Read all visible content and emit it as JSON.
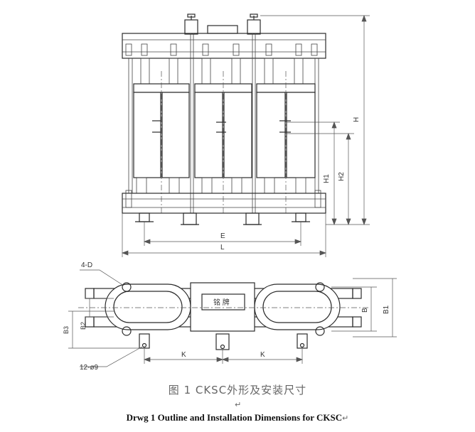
{
  "drawing": {
    "labels": {
      "height": "H",
      "h1": "H1",
      "h2": "H2",
      "e": "E",
      "l": "L",
      "mounting_holes": "4-D",
      "b": "B",
      "b1": "B1",
      "b2": "B2",
      "b3": "B3",
      "k_left": "K",
      "k_right": "K",
      "bolt_holes": "12-ø9",
      "nameplate": "铭 牌"
    }
  },
  "captions": {
    "chinese": "图 1 CKSC外形及安装尺寸",
    "para_mark": "↵",
    "english": "Drwg 1    Outline and Installation Dimensions for CKSC",
    "english_mark": "↵"
  }
}
